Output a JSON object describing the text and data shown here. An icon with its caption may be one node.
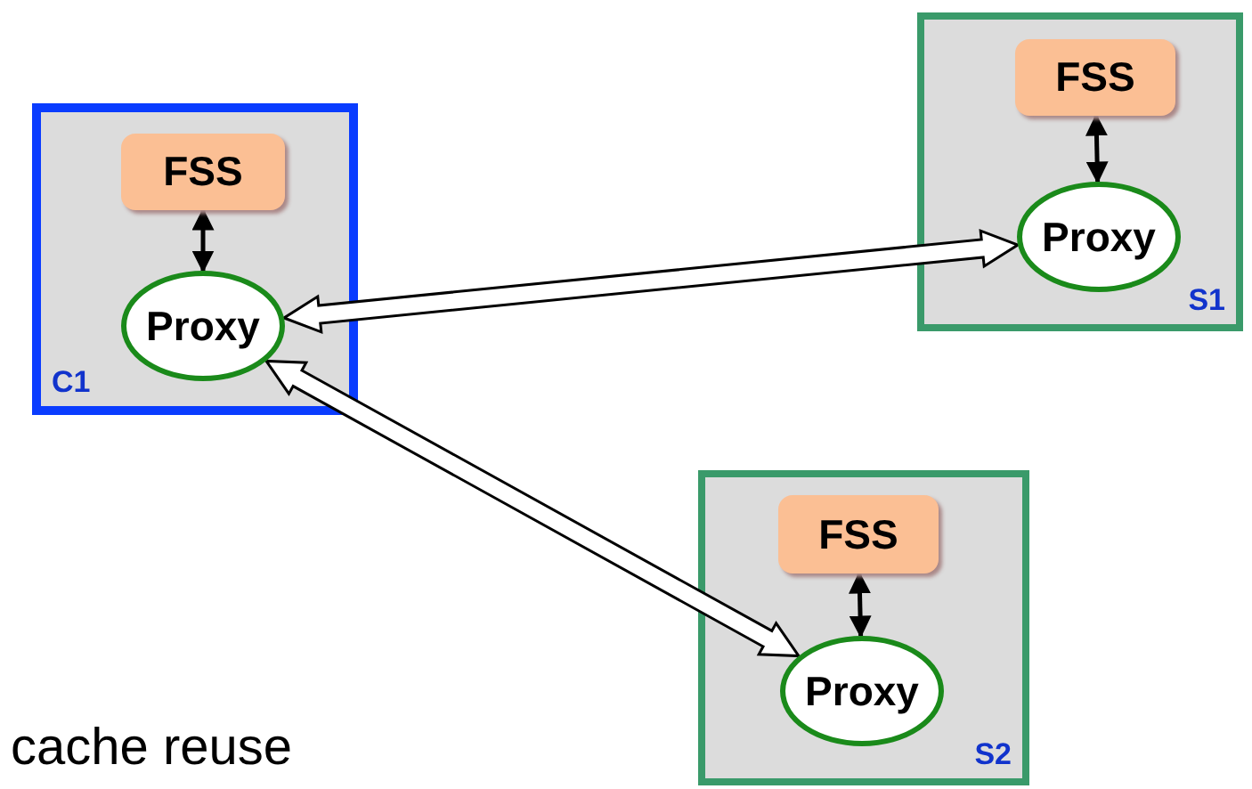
{
  "diagram": {
    "nodes": [
      {
        "text": [
          "C1"
        ]
      },
      {
        "text": [
          "FSS"
        ],
        "in": 0
      },
      {
        "text": [
          "Proxy"
        ],
        "in": 0
      },
      {
        "text": [
          "S1"
        ]
      },
      {
        "text": [
          "FSS"
        ],
        "in": 3
      },
      {
        "text": [
          "Proxy"
        ],
        "in": 3
      },
      {
        "text": [
          "S2"
        ]
      },
      {
        "text": [
          "FSS"
        ],
        "in": 6
      },
      {
        "text": [
          "Proxy"
        ],
        "in": 6
      }
    ],
    "edges": [
      {
        "from": 1,
        "to": 2,
        "arrow": "both"
      },
      {
        "from": 4,
        "to": 5,
        "arrow": "both"
      },
      {
        "from": 7,
        "to": 8,
        "arrow": "both"
      },
      {
        "from": 2,
        "to": 5,
        "arrow": "both",
        "style": "thick"
      },
      {
        "from": 2,
        "to": 8,
        "arrow": "both",
        "style": "thick"
      }
    ],
    "labels": [
      "cache reuse"
    ]
  }
}
